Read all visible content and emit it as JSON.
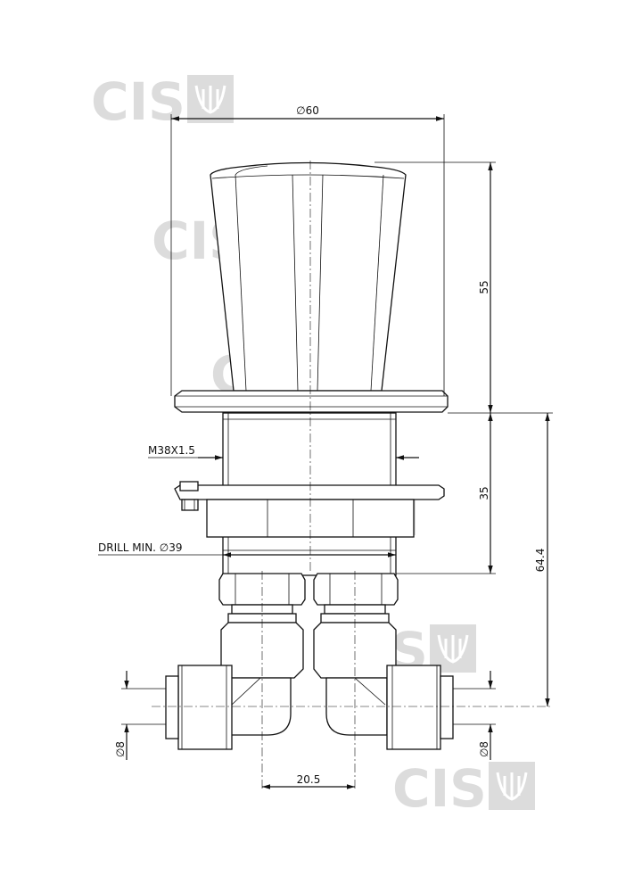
{
  "watermark": {
    "logo_text": "CIS"
  },
  "dimensions": {
    "handle_diameter": "∅60",
    "handle_height": "55",
    "body_height": "35",
    "total_height": "64.4",
    "thread": "M38X1.5",
    "drill": "DRILL MIN. ∅39",
    "outlet_spacing": "20.5",
    "pipe_left": "∅8",
    "pipe_right": "∅8"
  }
}
